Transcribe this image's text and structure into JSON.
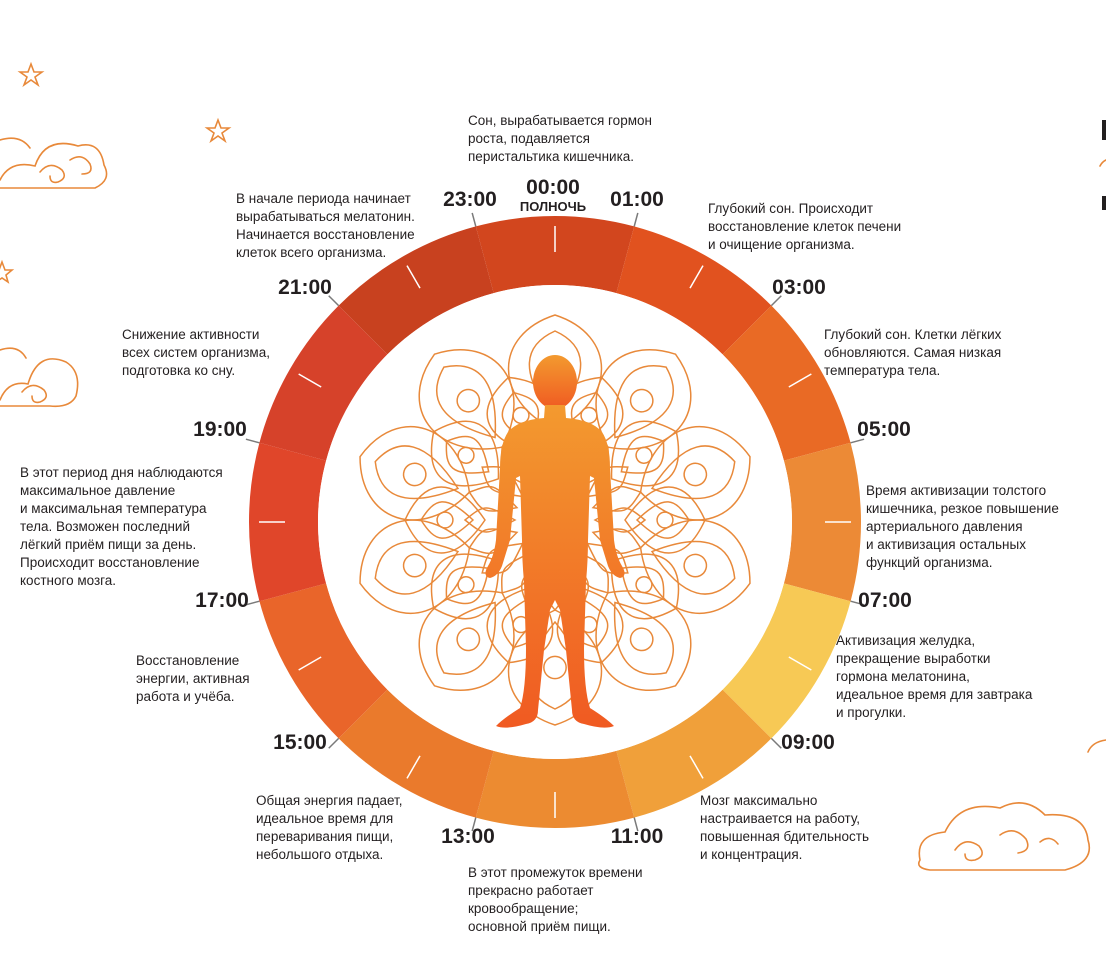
{
  "clock": {
    "times": [
      "23:00",
      "00:00",
      "01:00",
      "03:00",
      "05:00",
      "07:00",
      "09:00",
      "11:00",
      "13:00",
      "15:00",
      "17:00",
      "19:00",
      "21:00"
    ],
    "midnight_label": "ПОЛНОЧЬ",
    "segment_colors": [
      "#b83c1c",
      "#d2461e",
      "#e1521f",
      "#e96a25",
      "#ec8a36",
      "#f7c955",
      "#f0a03a",
      "#ec8b31",
      "#ea7a2c",
      "#e9652a",
      "#e0462a",
      "#d6422a",
      "#c8411f"
    ]
  },
  "notes": {
    "n0000": [
      "Сон, вырабатывается гормон",
      "роста, подавляется",
      "перистальтика кишечника."
    ],
    "n0100": [
      "Глубокий сон. Происходит",
      "восстановление клеток печени",
      "и очищение организма."
    ],
    "n0300": [
      "Глубокий сон. Клетки лёгких",
      "обновляются. Самая низкая",
      "температура тела."
    ],
    "n0500": [
      "Время активизации толстого",
      "кишечника, резкое повышение",
      "артериального давления",
      "и активизация остальных",
      "функций организма."
    ],
    "n0700": [
      "Активизация желудка,",
      "прекращение выработки",
      "гормона мелатонина,",
      "идеальное время для завтрака",
      "и прогулки."
    ],
    "n0900": [
      "Мозг максимально",
      "настраивается на работу,",
      "повышенная бдительность",
      "и концентрация."
    ],
    "n1100": [
      "В этот промежуток времени",
      "прекрасно работает",
      "кровообращение;",
      "основной приём пищи."
    ],
    "n1300": [
      "Общая энергия падает,",
      "идеальное время для",
      "переваривания пищи,",
      "небольшого отдыха."
    ],
    "n1500": [
      "Восстановление",
      "энергии, активная",
      "работа и учёба."
    ],
    "n1700": [
      "В этот период дня наблюдаются",
      "максимальное давление",
      "и максимальная температура",
      "тела. Возможен последний",
      "лёгкий приём пищи за день.",
      "Происходит восстановление",
      "костного мозга."
    ],
    "n1900": [
      "Снижение активности",
      "всех систем организма,",
      "подготовка ко сну."
    ],
    "n2100": [
      "В начале периода начинает",
      "вырабатываться мелатонин.",
      "Начинается восстановление",
      "клеток всего организма."
    ]
  },
  "colors": {
    "ornament": "#e8893a",
    "figure_top": "#f08a2c",
    "figure_bottom": "#f26a22"
  },
  "icons": [
    "star-icon",
    "cloud-icon",
    "mandala-ornament",
    "human-figure"
  ]
}
